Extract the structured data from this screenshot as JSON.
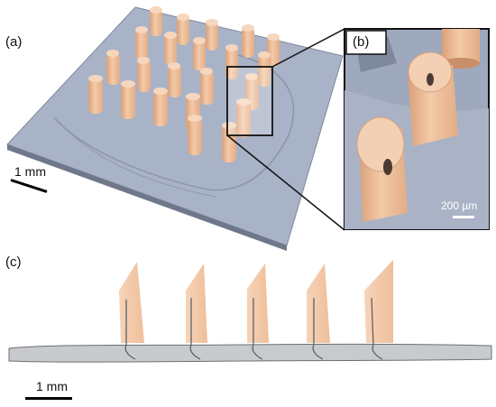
{
  "panels": {
    "a": "(a)",
    "b": "(b)",
    "c": "(c)"
  },
  "scale_bars": {
    "a": "1 mm",
    "b": "200 µm",
    "c": "1 mm"
  },
  "colors": {
    "substrate": "#a9b3c7",
    "substrate_dark": "#8a95a9",
    "needle": "#f1c3a0",
    "needle_dark": "#d9a07a",
    "profile": "#c7c9cc",
    "profile_dark": "#555a60"
  }
}
